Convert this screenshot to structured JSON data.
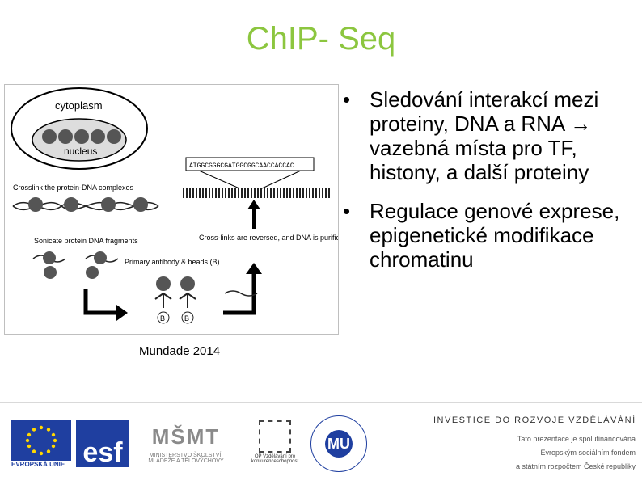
{
  "slide": {
    "title": "ChIP- Seq",
    "caption": "Mundade 2014",
    "bullets": [
      "Sledování interakcí mezi proteiny, DNA a RNA → vazebná místa pro TF, histony, a další proteiny",
      "Regulace genové exprese, epigenetické modifikace chromatinu"
    ],
    "bullet_glyph": "•"
  },
  "figure": {
    "labels": {
      "cytoplasm": "cytoplasm",
      "nucleus": "nucleus",
      "crosslink": "Crosslink the protein-DNA complexes",
      "sonicate": "Sonicate protein DNA fragments",
      "antibody": "Primary antibody & beads (B)",
      "reverse": "Cross-links are reversed, and DNA is purified and ready for analysis.",
      "sequence": "ATGGCGGGCGATGGCGGCAACCACCAC",
      "bead": "B"
    }
  },
  "footer": {
    "eu": "EVROPSKÁ UNIE",
    "esf": "esf",
    "msmt": "MŠMT",
    "msmt_text": "MINISTERSTVO ŠKOLSTVÍ, MLÁDEŽE A TĚLOVÝCHOVY",
    "op": "OP Vzdělávání pro konkurenceschopnost",
    "mu": "MU",
    "invest_title": "INVESTICE DO ROZVOJE VZDĚLÁVÁNÍ",
    "invest_lines": [
      "Tato prezentace je spolufinancována",
      "Evropským sociálním fondem",
      "a státním rozpočtem České republiky"
    ]
  },
  "colors": {
    "title": "#8cc63f",
    "eu_blue": "#1f3fa0"
  }
}
